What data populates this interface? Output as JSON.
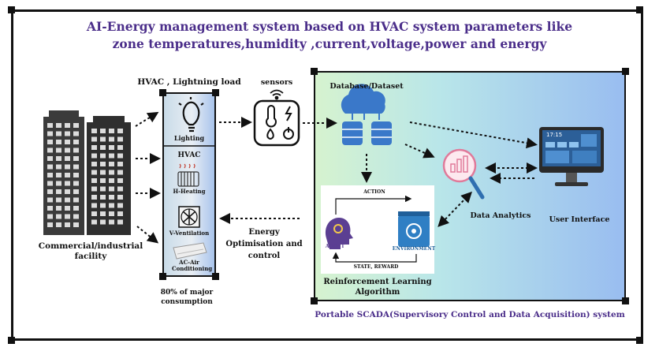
{
  "title": {
    "line1": "AI-Energy management system based on HVAC system parameters like",
    "line2": "zone temperatures,humidity ,current,voltage,power and energy"
  },
  "facility": {
    "label": "Commercial/industrial facility"
  },
  "load": {
    "heading": "HVAC , Lightning load",
    "lighting": "Lighting",
    "hvac": "HVAC",
    "heating": "H-Heating",
    "ventilation": "V-Ventilation",
    "ac": "AC-Air Conditioning",
    "consumption": "80% of major consumption"
  },
  "sensors": {
    "label": "sensors"
  },
  "database": {
    "label": "Database/Dataset"
  },
  "analytics": {
    "label": "Data Analytics"
  },
  "ui": {
    "label": "User Interface",
    "screen_time": "17:15"
  },
  "rl": {
    "action": "ACTION",
    "agent": "AGENT",
    "environment": "ENVIRONMENT",
    "state_reward": "STATE, REWARD",
    "label": "Reinforcement Learning Algorithm"
  },
  "optimisation": {
    "label": "Energy Optimisation and control"
  },
  "scada": {
    "label": "Portable SCADA(Supervisory Control and Data Acquisition) system"
  },
  "colors": {
    "title": "#4b2e8a",
    "frame": "#111111",
    "cloud": "#3a78c9",
    "accent": "#e07a9a"
  }
}
